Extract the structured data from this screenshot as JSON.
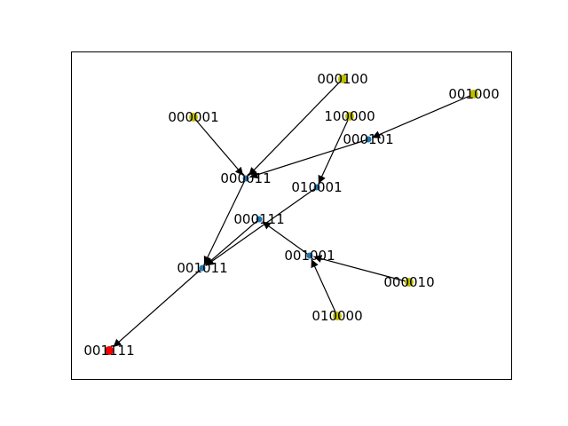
{
  "colors": {
    "source": "#bfbf00",
    "internal": "#1f77b4",
    "target": "#ff0000",
    "edge": "#000000",
    "frame": "#000000"
  },
  "nodes": [
    {
      "id": "000100",
      "label": "000100",
      "kind": "source"
    },
    {
      "id": "001000",
      "label": "001000",
      "kind": "source"
    },
    {
      "id": "000001",
      "label": "000001",
      "kind": "source"
    },
    {
      "id": "100000",
      "label": "100000",
      "kind": "source"
    },
    {
      "id": "000101",
      "label": "000101",
      "kind": "internal"
    },
    {
      "id": "000011",
      "label": "000011",
      "kind": "internal"
    },
    {
      "id": "010001",
      "label": "010001",
      "kind": "internal"
    },
    {
      "id": "000111",
      "label": "000111",
      "kind": "internal"
    },
    {
      "id": "001001",
      "label": "001001",
      "kind": "internal"
    },
    {
      "id": "001011",
      "label": "001011",
      "kind": "internal"
    },
    {
      "id": "000010",
      "label": "000010",
      "kind": "source"
    },
    {
      "id": "010000",
      "label": "010000",
      "kind": "source"
    },
    {
      "id": "001111",
      "label": "001111",
      "kind": "target"
    }
  ],
  "edges": [
    {
      "from": "000001",
      "to": "000011"
    },
    {
      "from": "000100",
      "to": "000011"
    },
    {
      "from": "000101",
      "to": "000011"
    },
    {
      "from": "001000",
      "to": "000101"
    },
    {
      "from": "100000",
      "to": "010001"
    },
    {
      "from": "010001",
      "to": "001011"
    },
    {
      "from": "000011",
      "to": "001011"
    },
    {
      "from": "001001",
      "to": "000111"
    },
    {
      "from": "000111",
      "to": "001011"
    },
    {
      "from": "000010",
      "to": "001001"
    },
    {
      "from": "010000",
      "to": "001001"
    },
    {
      "from": "001011",
      "to": "001111"
    }
  ]
}
